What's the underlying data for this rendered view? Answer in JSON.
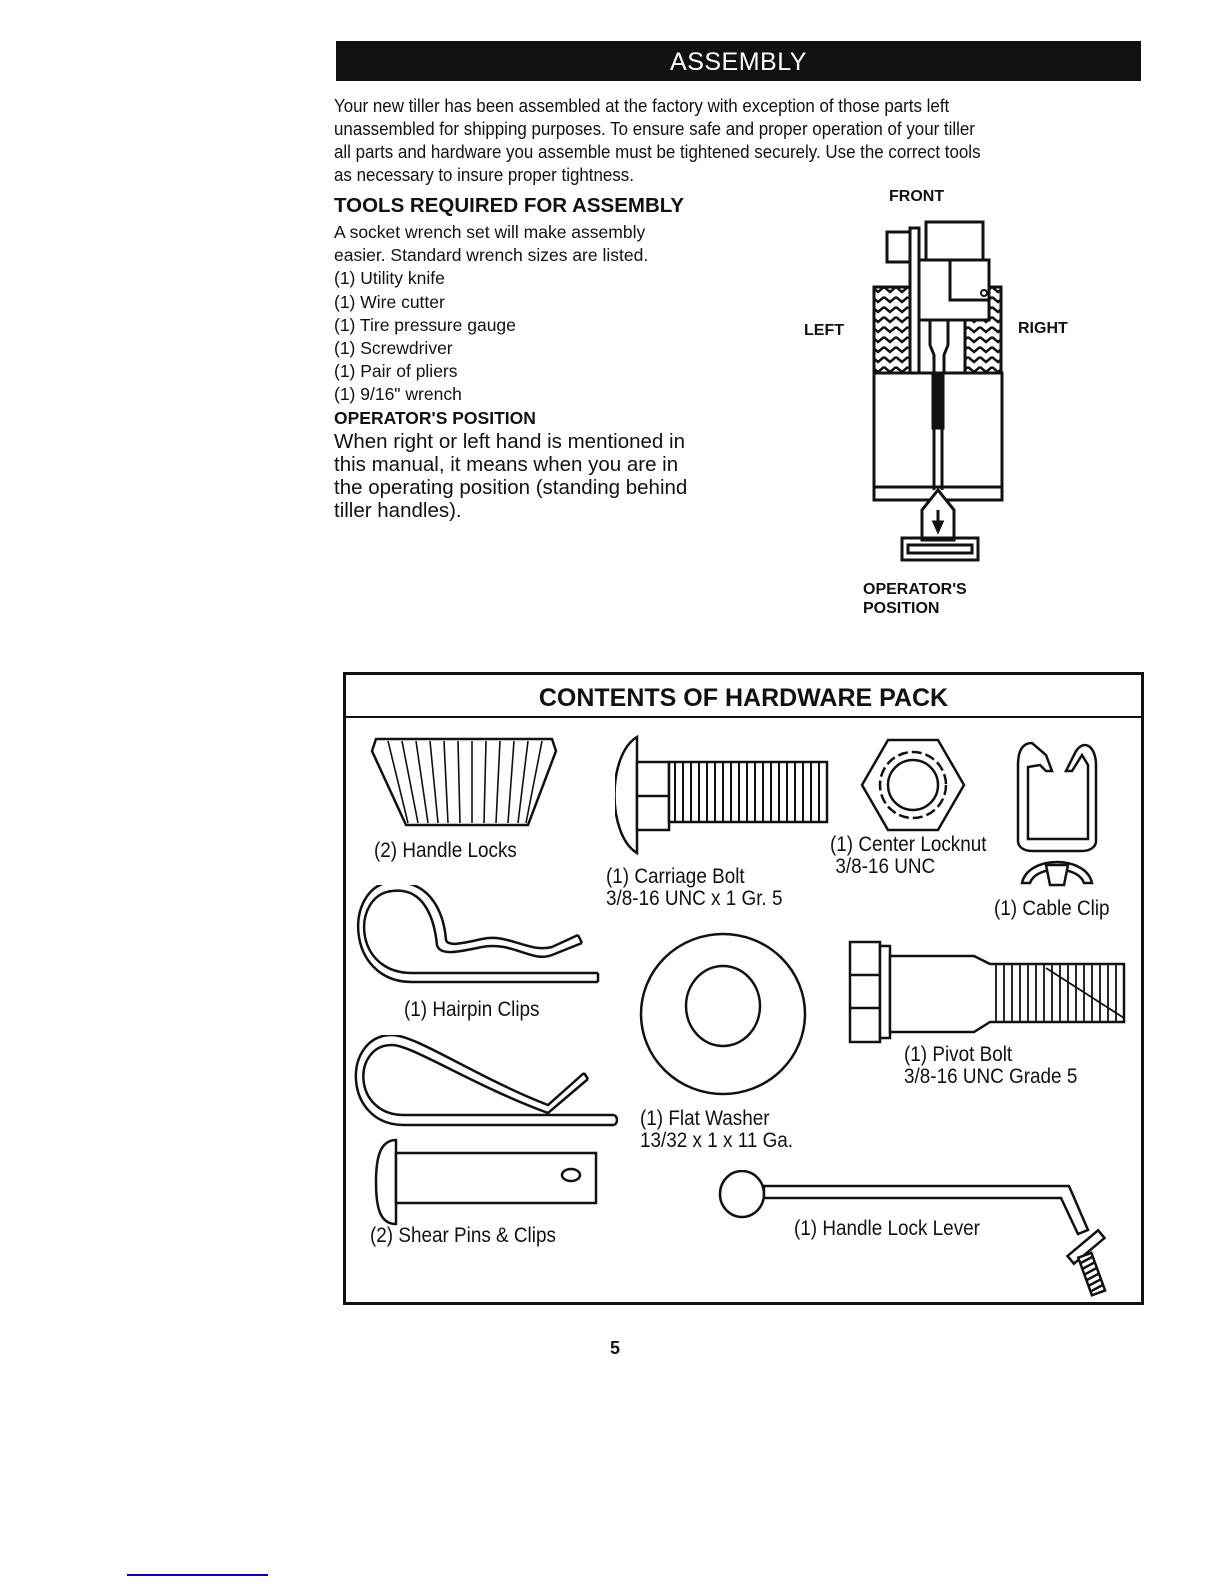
{
  "header": {
    "title": "ASSEMBLY"
  },
  "intro": {
    "lines": [
      "Your new tiller has been assembled at the factory with exception of those parts left",
      "unassembled for shipping purposes.  To ensure safe and proper operation of your tiller",
      "all parts and hardware you assemble must be tightened securely.  Use the correct tools",
      "as necessary to insure proper tightness."
    ]
  },
  "tools": {
    "heading": "TOOLS REQUIRED FOR ASSEMBLY",
    "description_lines": [
      "A socket wrench set will make assembly",
      "easier.  Standard wrench sizes are listed."
    ],
    "items": [
      "(1) Utility knife",
      "(1) Wire cutter",
      "(1) Tire pressure gauge",
      "(1) Screwdriver",
      "(1) Pair of pliers",
      "(1) 9/16\" wrench"
    ]
  },
  "operator_position": {
    "heading": "OPERATOR'S POSITION",
    "lines": [
      "When right or left hand is mentioned in",
      "this manual, it means when you are in",
      "the operating position (standing behind",
      "tiller handles)."
    ]
  },
  "diagram": {
    "front_label": "FRONT",
    "left_label": "LEFT",
    "right_label": "RIGHT",
    "operator_label_lines": [
      "OPERATOR'S",
      "POSITION"
    ]
  },
  "hardware_pack": {
    "title": "CONTENTS OF HARDWARE PACK",
    "items": {
      "handle_locks": [
        "(2) Handle Locks"
      ],
      "carriage_bolt": [
        "(1) Carriage Bolt",
        "3/8-16 UNC x 1 Gr. 5"
      ],
      "center_locknut": [
        "(1) Center Locknut",
        "3/8-16 UNC"
      ],
      "cable_clip": [
        "(1) Cable Clip"
      ],
      "hairpin_clips": [
        "(1) Hairpin Clips"
      ],
      "flat_washer": [
        "(1) Flat Washer",
        "13/32 x 1 x 11 Ga."
      ],
      "pivot_bolt": [
        "(1) Pivot Bolt",
        "3/8-16 UNC Grade 5"
      ],
      "shear_pins": [
        "(2) Shear Pins & Clips"
      ],
      "handle_lock_lever": [
        "(1) Handle Lock Lever"
      ]
    }
  },
  "footer": {
    "page_number": "5"
  },
  "colors": {
    "ink": "#111111",
    "link_line": "#0000cc"
  }
}
